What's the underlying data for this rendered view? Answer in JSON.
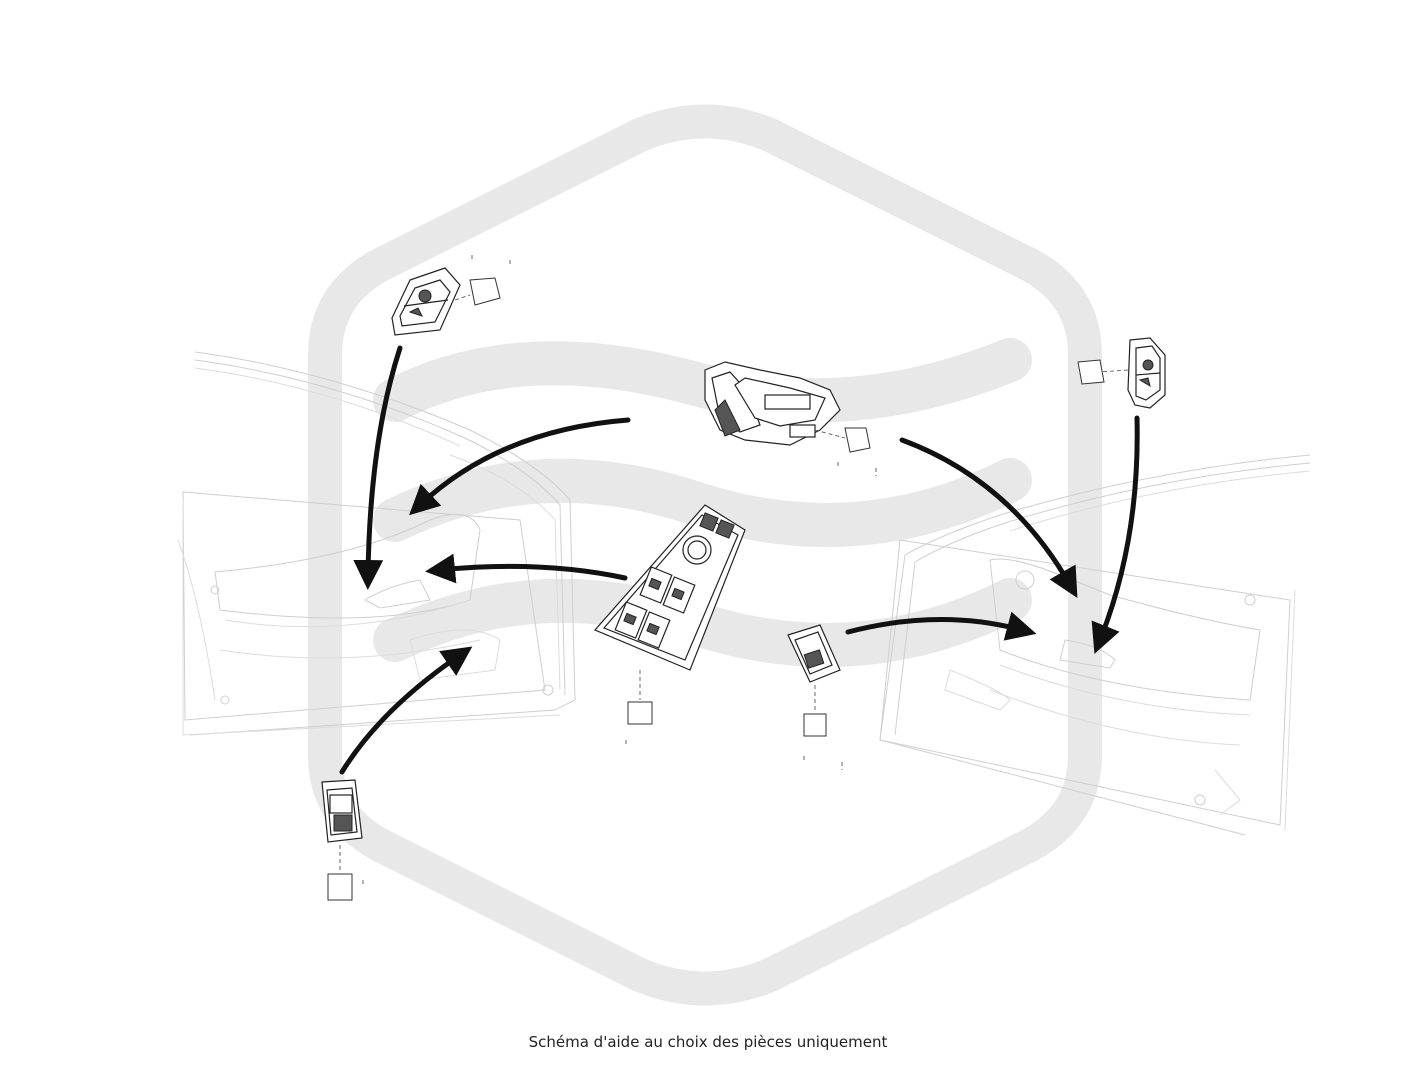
{
  "caption": "Schéma d'aide au choix des pièces uniquement",
  "colors": {
    "watermark": "#e8e8e8",
    "line_art": "#cfcfcf",
    "parts": "#222222",
    "arrows": "#111111"
  },
  "watermark": {
    "shape": "rounded-hexagon-logo"
  },
  "doors": [
    {
      "name": "left-front-door"
    },
    {
      "name": "right-front-door"
    }
  ],
  "parts": [
    {
      "name": "seat-memory-switch-left"
    },
    {
      "name": "seat-adjustment-switch"
    },
    {
      "name": "seat-memory-switch-right"
    },
    {
      "name": "window-control-master-panel"
    },
    {
      "name": "window-switch-single-right"
    },
    {
      "name": "window-switch-single-left-rear"
    }
  ]
}
